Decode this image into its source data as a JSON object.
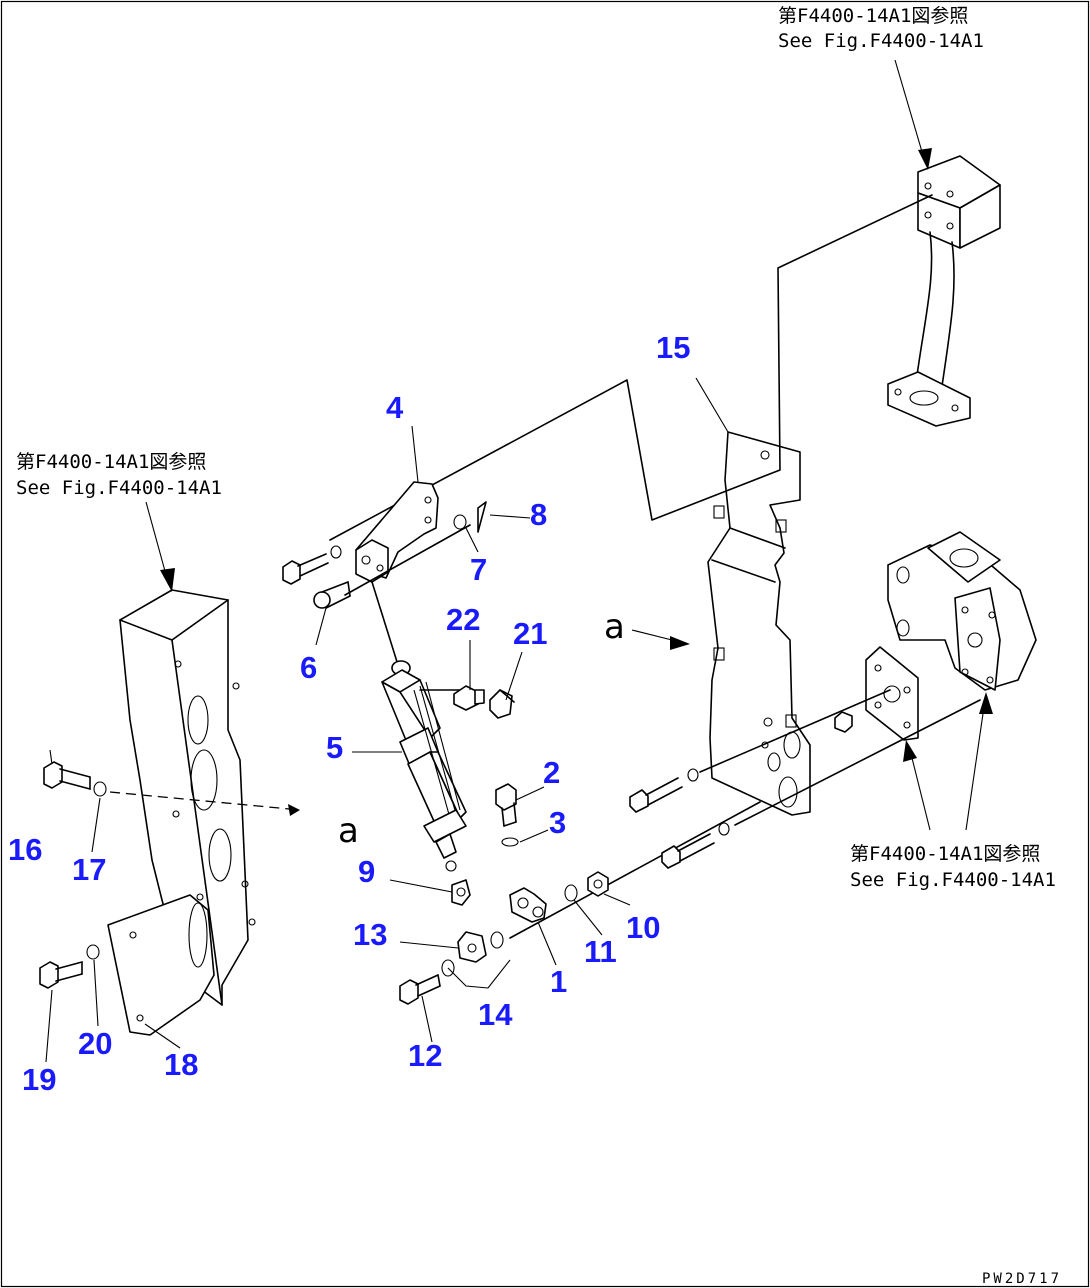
{
  "references": {
    "top_right": {
      "line1": "第F4400-14A1図参照",
      "line2": "See Fig.F4400-14A1"
    },
    "left": {
      "line1": "第F4400-14A1図参照",
      "line2": "See Fig.F4400-14A1"
    },
    "right": {
      "line1": "第F4400-14A1図参照",
      "line2": "See Fig.F4400-14A1"
    }
  },
  "view_marks": {
    "upper": "a",
    "lower": "a"
  },
  "callouts": {
    "p1": "1",
    "p2": "2",
    "p3": "3",
    "p4": "4",
    "p5": "5",
    "p6": "6",
    "p7": "7",
    "p8": "8",
    "p9": "9",
    "p10": "10",
    "p11": "11",
    "p12": "12",
    "p13": "13",
    "p14": "14",
    "p15": "15",
    "p16": "16",
    "p17": "17",
    "p18": "18",
    "p19": "19",
    "p20": "20",
    "p21": "21",
    "p22": "22"
  },
  "drawing_code": "PW2D717"
}
